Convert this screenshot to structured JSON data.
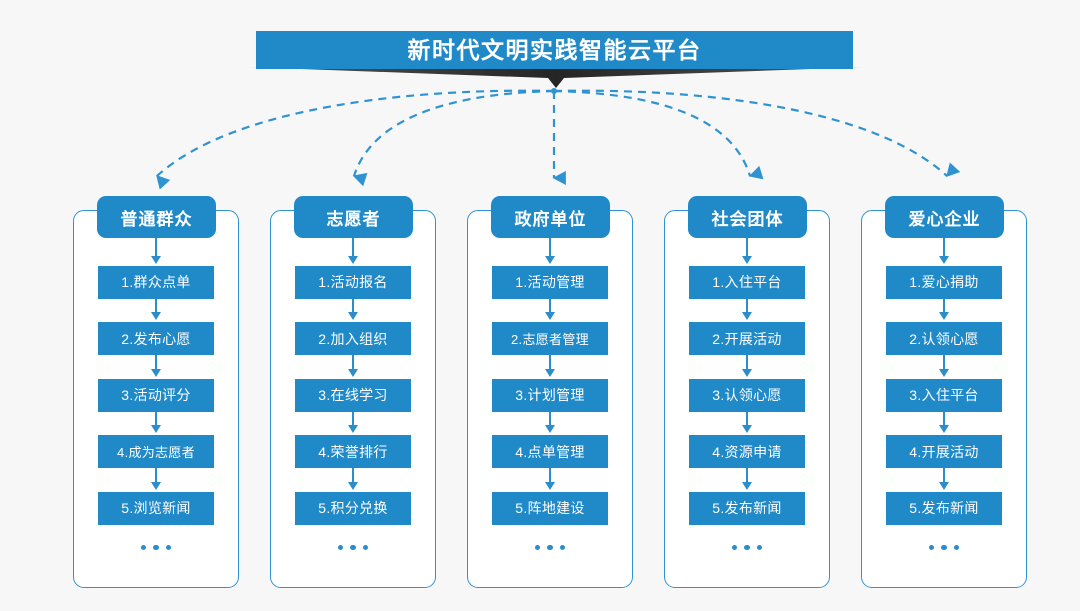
{
  "header": {
    "title": "新时代文明实践智能云平台",
    "accent_color": "#2089c8",
    "ribbon_color": "#2f2f2f"
  },
  "ellipsis": "...",
  "columns": [
    {
      "name": "普通群众",
      "items": [
        "1.群众点单",
        "2.发布心愿",
        "3.活动评分",
        "4.成为志愿者",
        "5.浏览新闻"
      ]
    },
    {
      "name": "志愿者",
      "items": [
        "1.活动报名",
        "2.加入组织",
        "3.在线学习",
        "4.荣誉排行",
        "5.积分兑换"
      ]
    },
    {
      "name": "政府单位",
      "items": [
        "1.活动管理",
        "2.志愿者管理",
        "3.计划管理",
        "4.点单管理",
        "5.阵地建设"
      ]
    },
    {
      "name": "社会团体",
      "items": [
        "1.入住平台",
        "2.开展活动",
        "3.认领心愿",
        "4.资源申请",
        "5.发布新闻"
      ]
    },
    {
      "name": "爱心企业",
      "items": [
        "1.爱心捐助",
        "2.认领心愿",
        "3.入住平台",
        "4.开展活动",
        "5.发布新闻"
      ]
    }
  ]
}
